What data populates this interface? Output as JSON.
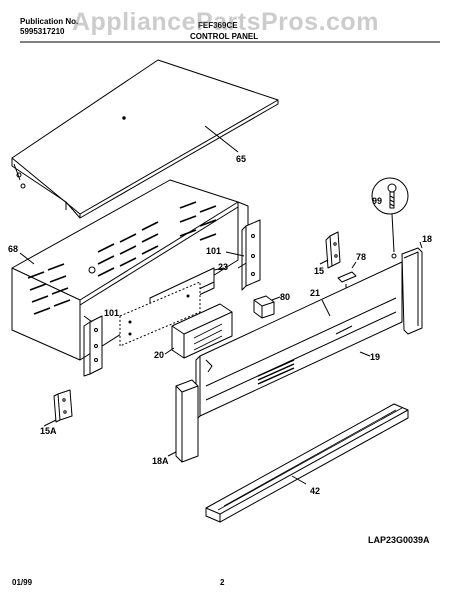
{
  "header": {
    "pub_label": "Publication No.",
    "pub_number": "5995317210",
    "model": "FEF369CE",
    "section_title": "CONTROL PANEL"
  },
  "watermark": "AppliancePartsPros.com",
  "callouts": {
    "c65": "65",
    "c68": "68",
    "c99": "99",
    "c18": "18",
    "c101a": "101",
    "c23": "23",
    "c15": "15",
    "c78": "78",
    "c101b": "101",
    "c80": "80",
    "c21": "21",
    "c20": "20",
    "c19": "19",
    "c15a": "15A",
    "c18a": "18A",
    "c42": "42"
  },
  "footer": {
    "diagram_code": "LAP23G0039A",
    "date": "01/99",
    "page": "2"
  }
}
